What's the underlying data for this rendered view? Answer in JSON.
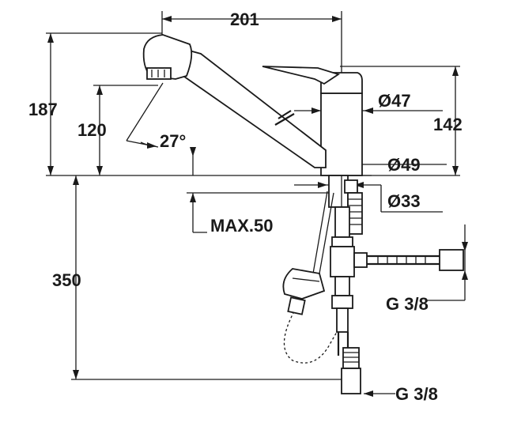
{
  "dimensions": {
    "overall_width": "201",
    "overall_height": "187",
    "spout_height": "120",
    "tilt_angle": "27°",
    "body_height": "142",
    "body_diameter": "Ø47",
    "base_diameter": "Ø49",
    "shank_diameter": "Ø33",
    "max_counter_thickness": "MAX.50",
    "hose_length": "350",
    "supply_connection_side": "G 3/8",
    "supply_connection_bottom": "G 3/8"
  }
}
